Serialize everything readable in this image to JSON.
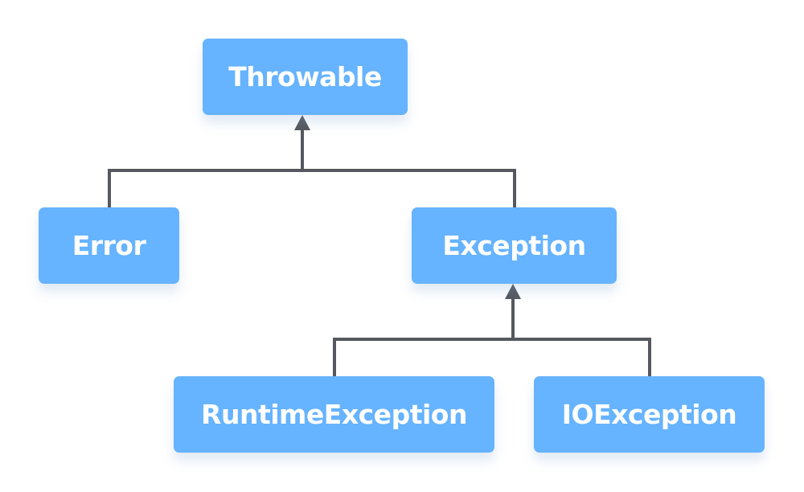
{
  "colors": {
    "node_fill": "#66b3ff",
    "node_text": "#ffffff",
    "connector": "#55595f",
    "background": "#ffffff"
  },
  "nodes": {
    "throwable": "Throwable",
    "error": "Error",
    "exception": "Exception",
    "runtime_exception": "RuntimeException",
    "io_exception": "IOException"
  },
  "edges": [
    {
      "parent": "throwable",
      "children": [
        "error",
        "exception"
      ]
    },
    {
      "parent": "exception",
      "children": [
        "runtime_exception",
        "io_exception"
      ]
    }
  ]
}
